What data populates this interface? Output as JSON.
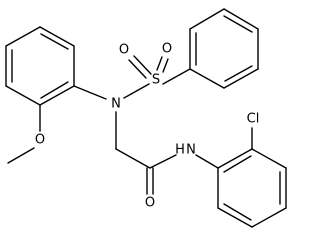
{
  "molecule": {
    "atoms": {
      "methoxy_o": "O",
      "methyl": "",
      "n_sulfonamide": "N",
      "sulfur": "S",
      "sulfonyl_o_left": "O",
      "sulfonyl_o_right": "O",
      "amide_n": "N",
      "amide_h": "H",
      "carbonyl_o": "O",
      "chlorine": "Cl"
    }
  }
}
